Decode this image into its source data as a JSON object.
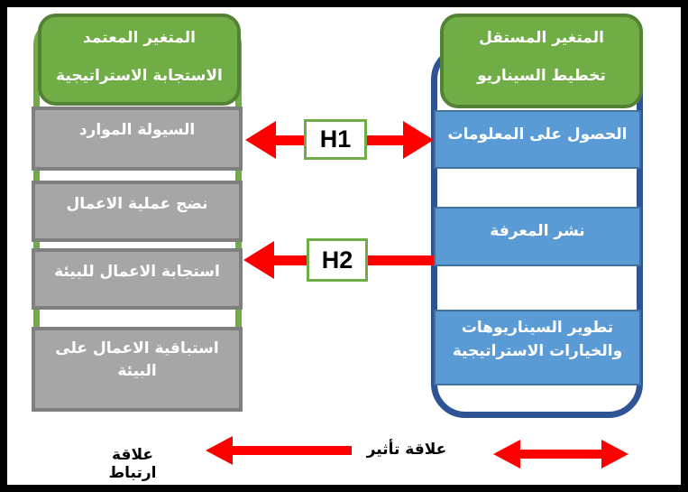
{
  "colors": {
    "green_fill": "#70AD47",
    "green_border": "#548235",
    "gray_fill": "#A6A6A6",
    "gray_border": "#7F7F7F",
    "blue_fill": "#5B9BD5",
    "blue_border": "#41719C",
    "blue_container": "#2F5496",
    "arrow_red": "#FB0000",
    "frame_black": "#000000"
  },
  "left_column": {
    "header_line1": "المتغير المعتمد",
    "header_line2": "الاستجابة الاستراتيجية",
    "items": [
      "السيولة الموارد",
      "نضج عملية الاعمال",
      "استجابة الاعمال للبيئة",
      "استباقية الاعمال على البيئة"
    ]
  },
  "right_column": {
    "header_line1": "المتغير المستقل",
    "header_line2": "تخطيط السيناريو",
    "items": [
      "الحصول على المعلومات",
      "نشر المعرفة",
      "تطوير السيناريوهات والخيارات الاستراتيجية"
    ]
  },
  "hypotheses": {
    "h1": "H1",
    "h2": "H2"
  },
  "legend": {
    "influence": "علاقة تأثير",
    "correlation": "علاقة ارتباط"
  }
}
